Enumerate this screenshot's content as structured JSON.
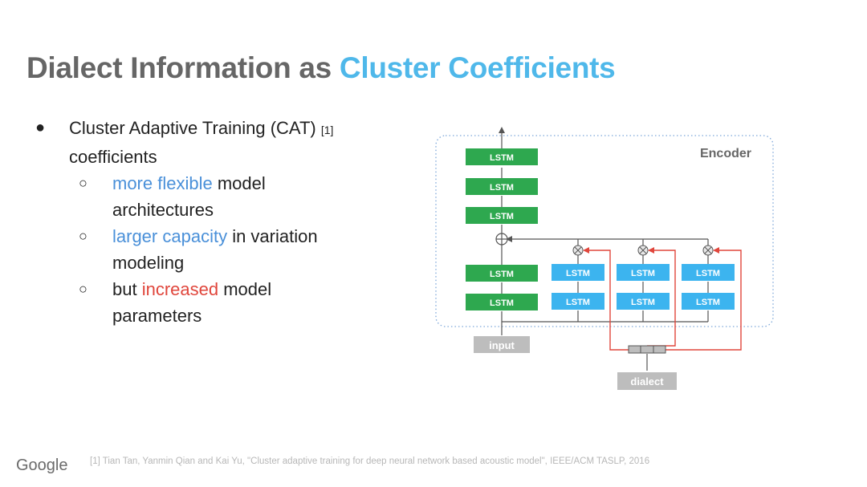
{
  "slide": {
    "title_part1": "Dialect Information as ",
    "title_part2": "Cluster Coefficients",
    "title_highlight_color": "#4fb8ea"
  },
  "bullets": {
    "main_text": "Cluster Adaptive Training (CAT)",
    "main_cite": "[1]",
    "main_text_line2": "coefficients",
    "sub1_highlight": "more flexible",
    "sub1_rest": " model",
    "sub1_line2": "architectures",
    "sub2_highlight": "larger capacity",
    "sub2_rest": " in variation",
    "sub2_line2": "modeling",
    "sub3_prefix": "but ",
    "sub3_highlight": "increased",
    "sub3_rest": " model",
    "sub3_line2": "parameters"
  },
  "diagram": {
    "encoder_label": "Encoder",
    "lstm_label": "LSTM",
    "input_label": "input",
    "dialect_label": "dialect",
    "colors": {
      "green_lstm": "#2ea84f",
      "blue_lstm": "#3cb4ef",
      "gray_box": "#bdbdbd",
      "red_line": "#e0463c",
      "dotted_border": "#7da7d9"
    }
  },
  "footer": {
    "logo": "Google",
    "reference": "[1] Tian Tan, Yanmin Qian and Kai Yu, \"Cluster adaptive training for deep neural network based acoustic model\", IEEE/ACM TASLP, 2016"
  }
}
